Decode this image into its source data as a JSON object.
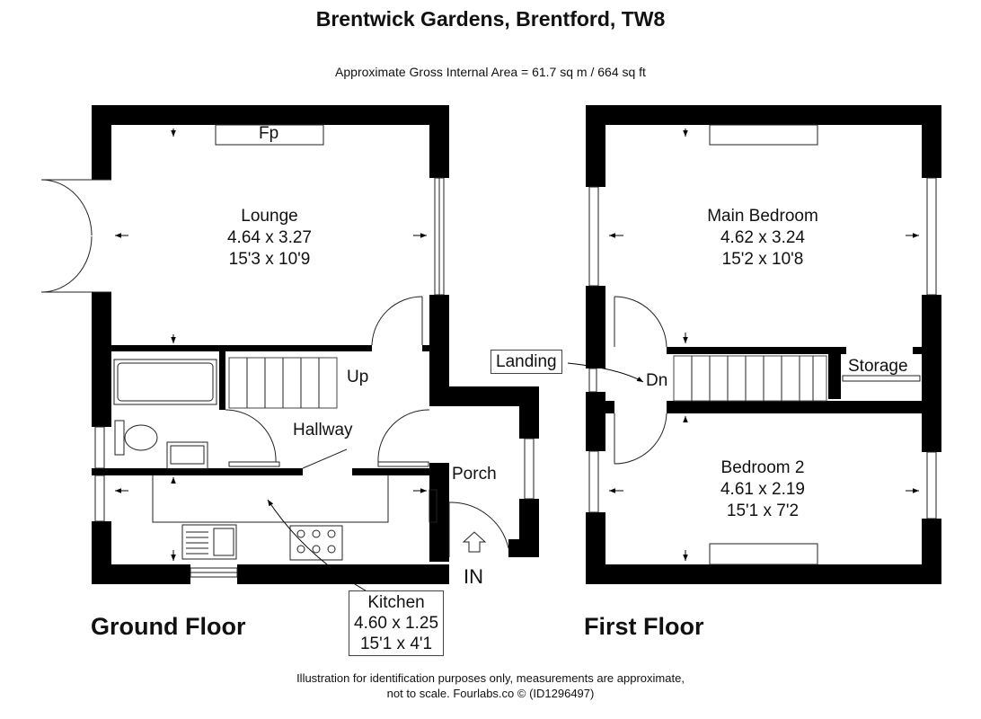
{
  "header": {
    "title": "Brentwick Gardens, Brentford, TW8",
    "area": "Approximate Gross Internal Area = 61.7 sq m / 664 sq ft"
  },
  "ground_floor": {
    "label": "Ground Floor",
    "lounge": {
      "name": "Lounge",
      "metric": "4.64 x 3.27",
      "imperial": "15'3 x 10'9"
    },
    "fireplace": "Fp",
    "stairs_up": "Up",
    "hallway": "Hallway",
    "porch": "Porch",
    "entrance": "IN",
    "kitchen": {
      "name": "Kitchen",
      "metric": "4.60 x 1.25",
      "imperial": "15'1 x 4'1"
    }
  },
  "first_floor": {
    "label": "First Floor",
    "main_bedroom": {
      "name": "Main Bedroom",
      "metric": "4.62 x 3.24",
      "imperial": "15'2 x 10'8"
    },
    "landing": "Landing",
    "stairs_down": "Dn",
    "storage": "Storage",
    "bedroom2": {
      "name": "Bedroom 2",
      "metric": "4.61 x 2.19",
      "imperial": "15'1 x 7'2"
    }
  },
  "footer": {
    "line1": "Illustration for identification purposes only, measurements are approximate,",
    "line2": "not to scale. Fourlabs.co © (ID1296497)"
  }
}
